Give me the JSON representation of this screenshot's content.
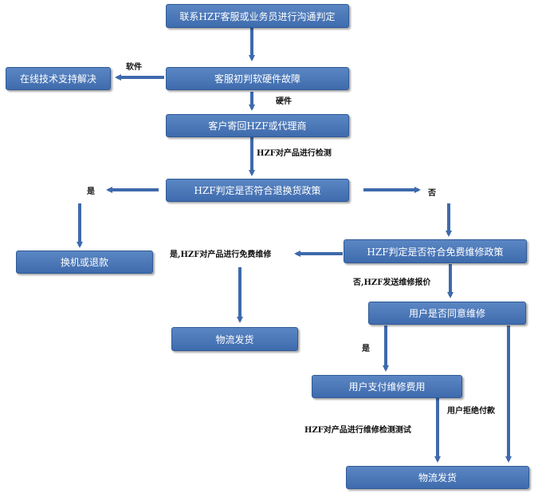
{
  "colors": {
    "box_fill": "#4a76b8",
    "box_border": "#2f5a97",
    "arrow": "#3e6aab",
    "text_on_box": "#ffffff"
  },
  "nodes": {
    "contact": "联系HZF客服或业务员进行沟通判定",
    "judge_hw_sw": "客服初判软硬件故障",
    "online_support": "在线技术支持解决",
    "send_back": "客户寄回HZF或代理商",
    "return_policy": "HZF判定是否符合退换货政策",
    "exchange_refund": "换机或退款",
    "free_repair_policy": "HZF判定是否符合免费维修政策",
    "ship_left": "物流发货",
    "user_agree": "用户是否同意维修",
    "user_pay": "用户支付维修费用",
    "ship_bottom": "物流发货"
  },
  "labels": {
    "software": "软件",
    "hardware": "硬件",
    "inspect": "HZF对产品进行检测",
    "yes_left": "是",
    "no_right": "否",
    "yes_free_repair": "是,HZF对产品进行免费维修",
    "no_quote": "否,HZF发送维修报价",
    "yes_agree": "是",
    "user_refuse": "用户拒绝付款",
    "repair_test": "HZF对产品进行维修检测测试"
  }
}
